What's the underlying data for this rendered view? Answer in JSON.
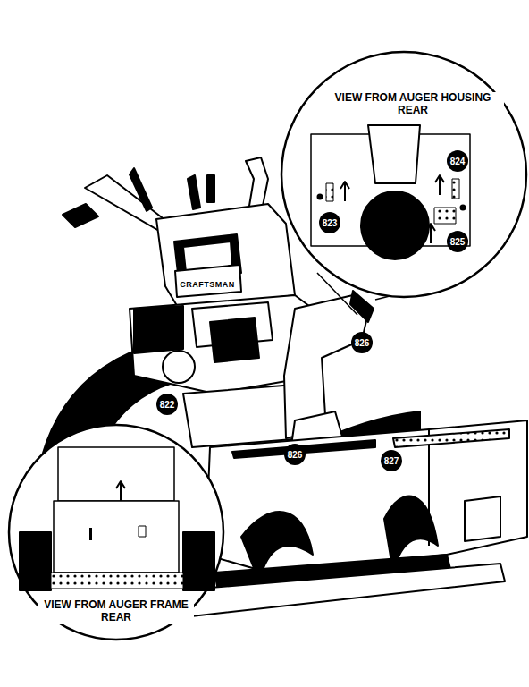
{
  "diagram": {
    "labels": [
      "VIEW FROM AUGER HOUSING REAR",
      "824",
      "823",
      "825",
      "CRAFTSMAN",
      "826",
      "822",
      "826",
      "827",
      "VIEW FROM AUGER FRAME REAR"
    ]
  }
}
